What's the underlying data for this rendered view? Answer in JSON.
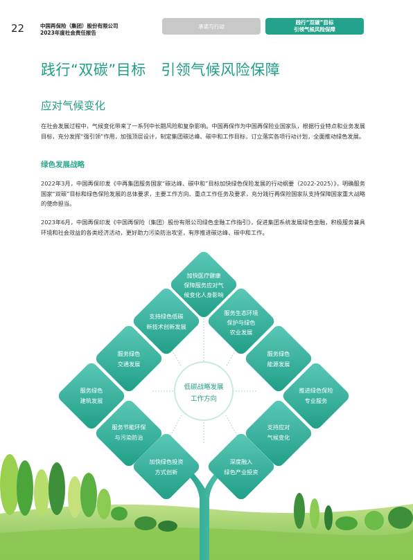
{
  "header": {
    "page_number": "22",
    "company": "中国再保险（集团）股份有限公司",
    "report": "2023年度社会责任报告",
    "tab_inactive": "承诺与行动",
    "tab_active_line1": "践行“双碳”目标",
    "tab_active_line2": "引领气候风险保障"
  },
  "colors": {
    "accent": "#1f9e86",
    "tab_inactive": "#c8c8c8",
    "tile_light": "#4cc3b3",
    "tile_dark": "#23a38b"
  },
  "page_title": "践行“双碳”目标　引领气候风险保障",
  "section_title": "应对气候变化",
  "paragraph_1": "在社会发展过程中，气候变化带来了一系列中长期风险和复杂影响。中国再保作为中国再保险业国家队，根据行业特点和业务发展目标，充分发挥“强引领”作用，加强顶层设计，制定集团碳达峰、碳中和工作目标，订立落实各项行动计划，全面推动绿色发展。",
  "subsection_title": "绿色发展战略",
  "paragraph_2": "2022年3月，中国再保印发《中再集团服务国家“碳达峰、碳中和”目标加快绿色保险发展的行动纲要（2022-2025）》，明确服务国家“双碳”目标和绿色保险发展的总体要求，主要工作方向、重点工作任务及要求，充分践行再保险国家队支持保障国家重大战略的使命担当。",
  "paragraph_3": "2023年6月，中国再保印发《中国再保险（集团）股份有限公司绿色金融工作指引》，促进集团系统发展绿色金融，积极服务兼具环境和社会效益的各类经济活动，更好助力污染防治攻坚，有序推进碳达峰、碳中和工作。",
  "diagram": {
    "center_line1": "低碳战略发展",
    "center_line2": "工作方向",
    "items": [
      {
        "line1": "加快医疗健康",
        "line2": "保障服务应对气",
        "line3": "候变化人身影响"
      },
      {
        "line1": "支持绿色低碳",
        "line2": "新技术创新发展"
      },
      {
        "line1": "服务生态环境",
        "line2": "保护与绿色",
        "line3": "农业发展"
      },
      {
        "line1": "服务绿色",
        "line2": "交通发展"
      },
      {
        "line1": "服务绿色",
        "line2": "能源发展"
      },
      {
        "line1": "服务绿色",
        "line2": "建筑发展"
      },
      {
        "line1": "推进绿色保险",
        "line2": "专业服务"
      },
      {
        "line1": "服务节能环保",
        "line2": "与污染防治"
      },
      {
        "line1": "支持应对",
        "line2": "气候变化"
      },
      {
        "line1": "加快绿色投资",
        "line2": "方式创新"
      },
      {
        "line1": "深度融入",
        "line2": "绿色产业投资"
      }
    ]
  }
}
